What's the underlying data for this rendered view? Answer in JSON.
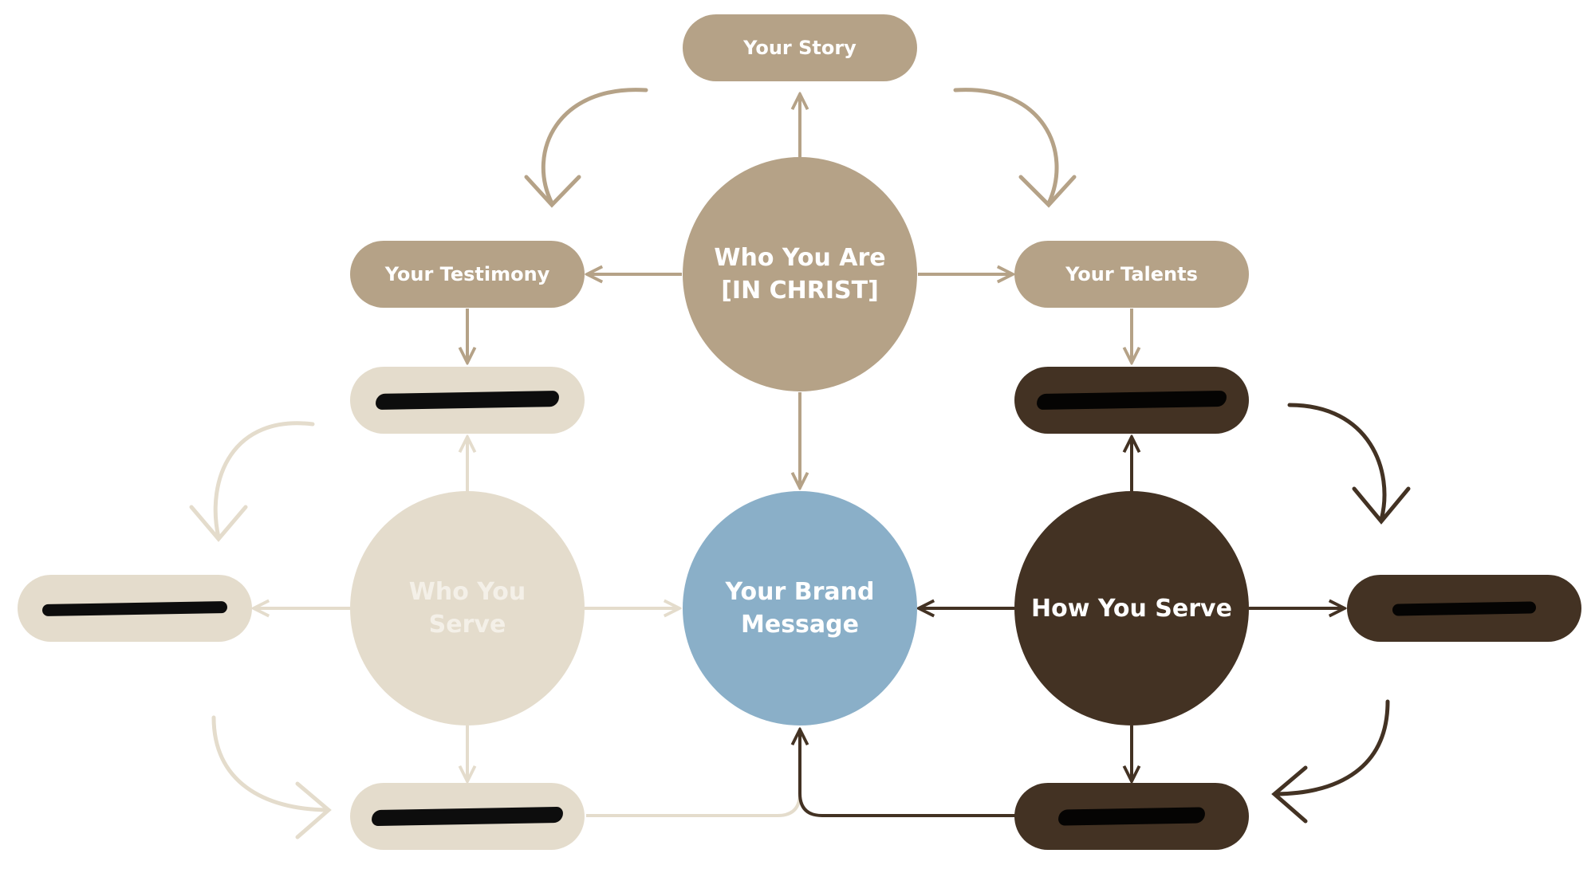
{
  "colors": {
    "tan": "#b5a287",
    "light": "#e4dccc",
    "dark": "#433223",
    "blue": "#8aafc8",
    "redaction": "#0d0d0d"
  },
  "nodes": {
    "your_story": "Your Story",
    "your_testimony": "Your Testimony",
    "your_talents": "Your Talents",
    "who_you_are": {
      "line1": "Who You Are",
      "line2": "[IN CHRIST]"
    },
    "who_you_serve": {
      "line1": "Who You",
      "line2": "Serve"
    },
    "your_brand_message": {
      "line1": "Your Brand",
      "line2": "Message"
    },
    "how_you_serve": "How You Serve",
    "redacted_labels": [
      "",
      "",
      "",
      "",
      "",
      ""
    ]
  }
}
